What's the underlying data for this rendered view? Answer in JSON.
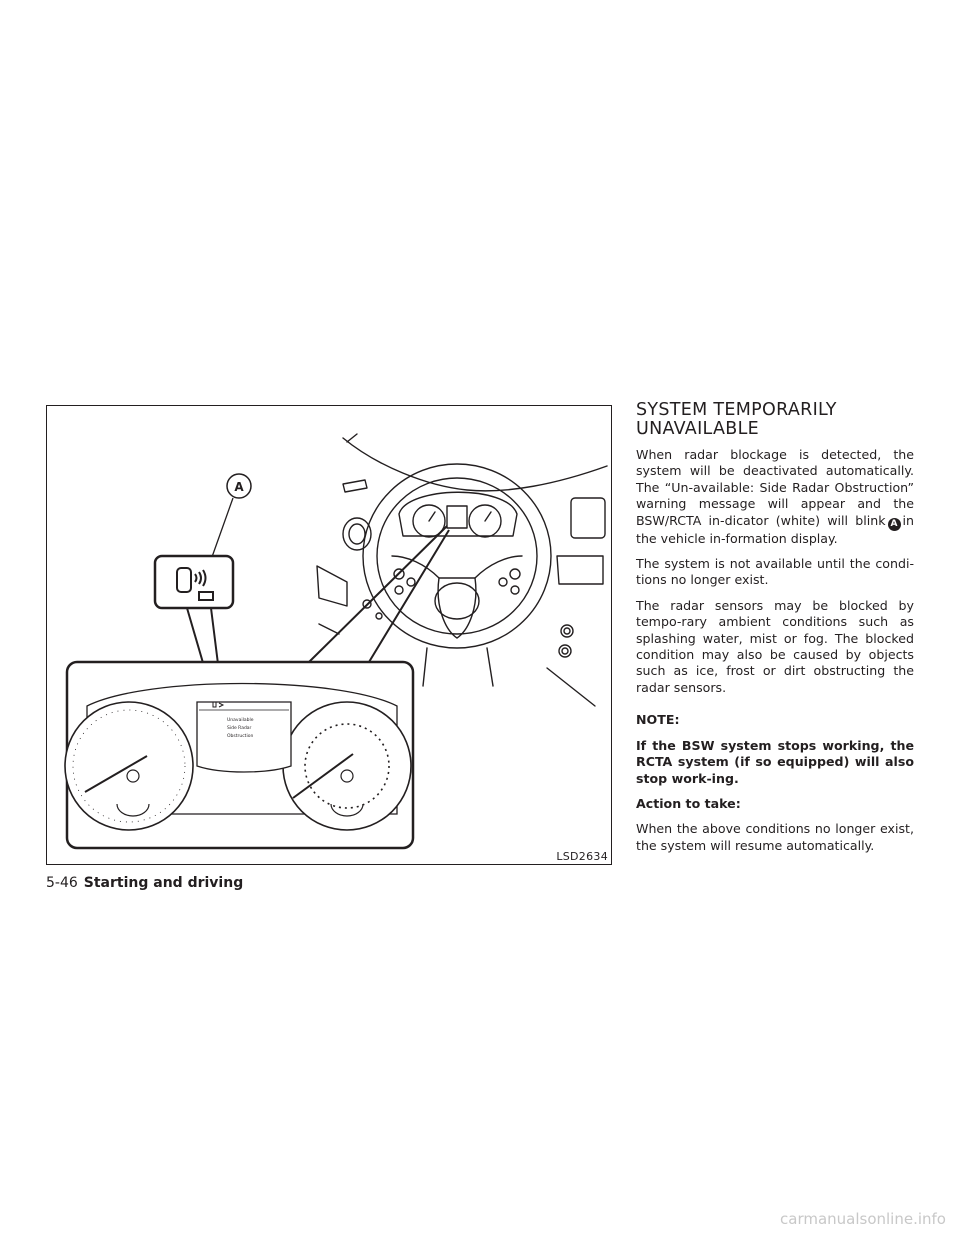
{
  "figure": {
    "callout_letter": "A",
    "display_lines": [
      "Unavailable",
      "Side Radar",
      "Obstruction"
    ],
    "figure_code": "LSD2634"
  },
  "section": {
    "heading_line1": "SYSTEM TEMPORARILY",
    "heading_line2": "UNAVAILABLE",
    "para1_before": "When radar blockage is detected, the system will be deactivated automatically. The “Un-available: Side Radar Obstruction” warning message will appear and the BSW/RCTA in-dicator (white) will blink",
    "para1_marker": "A",
    "para1_after": "in the vehicle in-formation display.",
    "para2": "The system is not available until the condi-tions no longer exist.",
    "para3": "The radar sensors may be blocked by tempo-rary ambient conditions such as splashing water, mist or fog. The blocked condition may also be caused by objects such as ice, frost or dirt obstructing the radar sensors.",
    "note_label": "NOTE:",
    "note_text": "If the BSW system stops working, the RCTA system (if so equipped) will also stop work-ing.",
    "action_label": "Action to take:",
    "action_text": "When the above conditions no longer exist, the system will resume automatically."
  },
  "footer": {
    "page_number": "5-46",
    "section_title": "Starting and driving"
  },
  "watermark": "carmanualsonline.info"
}
